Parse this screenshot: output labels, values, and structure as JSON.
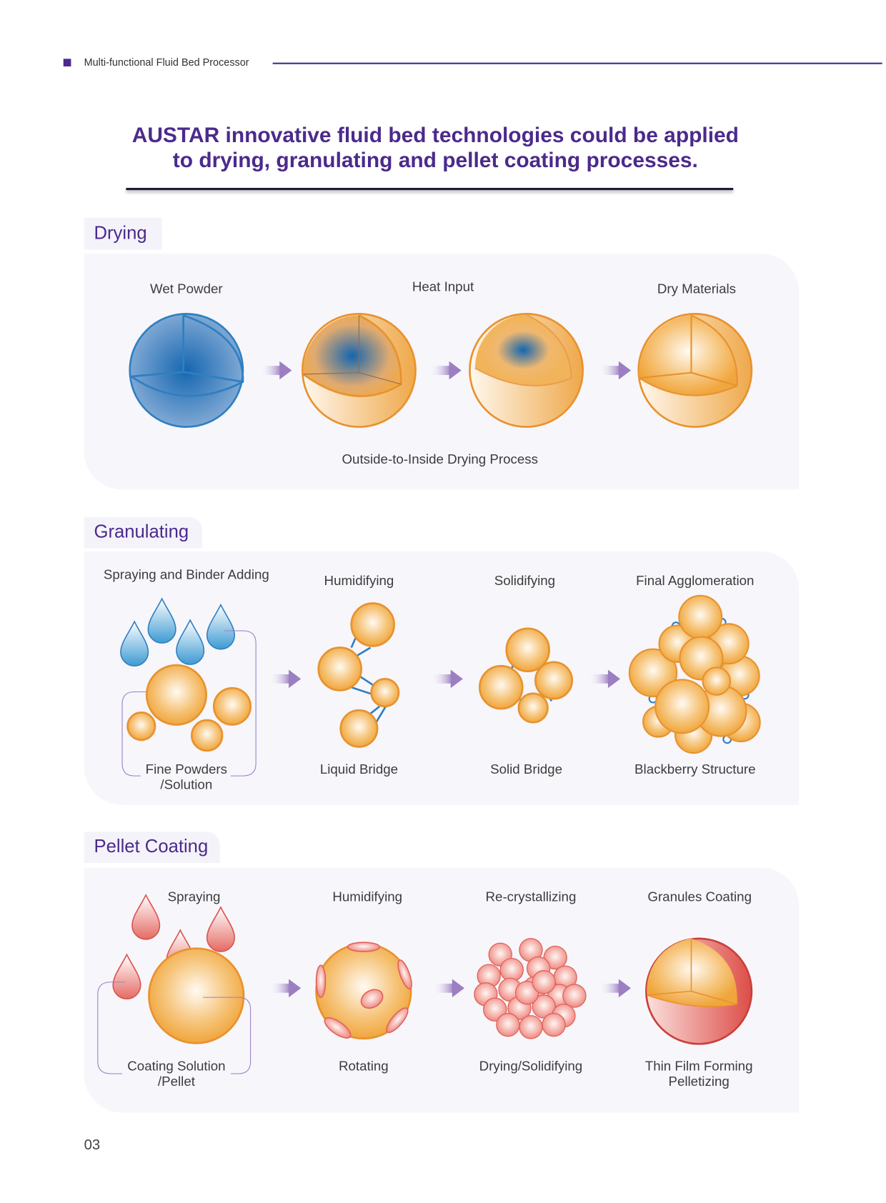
{
  "header": {
    "section": "Multi-functional Fluid Bed Processor"
  },
  "title": {
    "line1": "AUSTAR innovative fluid bed technologies could be applied",
    "line2": "to drying, granulating and pellet coating processes."
  },
  "drying": {
    "heading": "Drying",
    "labels": [
      "Wet Powder",
      "Heat Input",
      "Dry Materials"
    ],
    "caption": "Outside-to-Inside Drying Process"
  },
  "granulating": {
    "heading": "Granulating",
    "top_labels": [
      "Spraying and Binder Adding",
      "Humidifying",
      "Solidifying",
      "Final  Agglomeration"
    ],
    "bottom_labels": [
      "Fine Powders /Solution",
      "Liquid Bridge",
      "Solid Bridge",
      "Blackberry Structure"
    ]
  },
  "pellet": {
    "heading": "Pellet Coating",
    "top_labels": [
      "Spraying",
      "Humidifying",
      "Re-crystallizing",
      "Granules Coating"
    ],
    "bottom_labels": [
      "Coating Solution /Pellet",
      "Rotating",
      "Drying/Solidifying",
      "Thin Film Forming Pelletizing"
    ]
  },
  "page_number": "03",
  "colors": {
    "accent": "#4b2a8c",
    "orange": "#f0a63c",
    "blue": "#2f7fc1",
    "red": "#e0605a"
  }
}
